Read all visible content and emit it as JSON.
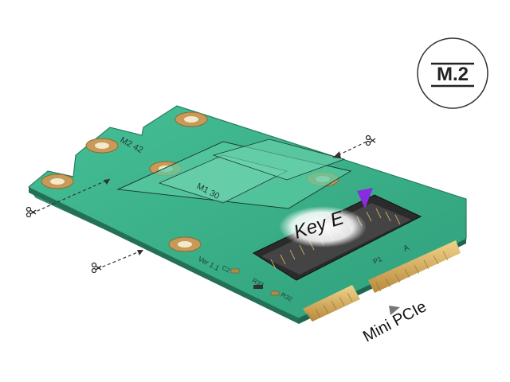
{
  "badge": {
    "label": "M.2"
  },
  "labels": {
    "key": "Key E",
    "interface": "Mini PCIe"
  },
  "silkscreen": {
    "m2_42": "M2 42",
    "m1_30": "M1 30",
    "version": "Ver 1.1",
    "c2": "C2",
    "r33": "R33",
    "r32": "R32",
    "p1": "P1",
    "a": "A"
  },
  "icons": {
    "scissors": "scissors-icon",
    "key_marker": "triangle-marker-icon",
    "arrow": "arrow-icon"
  },
  "colors": {
    "pcb": "#3fb38c",
    "pcb_dark": "#2f8d6e",
    "gold": "#d9b25a",
    "pad_copper": "#c89a58",
    "marker": "#8a2be2"
  }
}
